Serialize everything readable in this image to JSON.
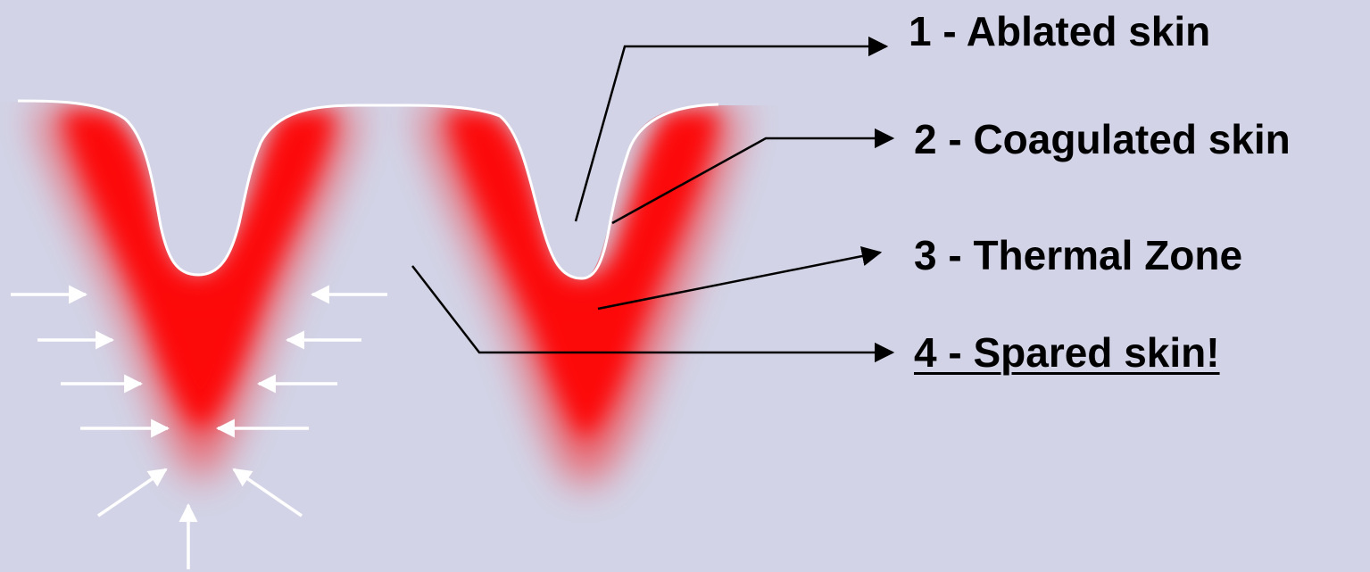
{
  "labels": [
    {
      "id": 1,
      "text": "1 - Ablated skin",
      "underlined": false
    },
    {
      "id": 2,
      "text": "2 - Coagulated skin",
      "underlined": false
    },
    {
      "id": 3,
      "text": "3 - Thermal Zone",
      "underlined": false
    },
    {
      "id": 4,
      "text": "4 - Spared skin!",
      "underlined": true
    }
  ],
  "colors": {
    "background": "#d2d3e6",
    "thermal_zone": "#ff0000",
    "skin_surface": "#ffffff",
    "pointer_lines": "#000000",
    "label_text": "#000000"
  },
  "icons": [
    "inward-arrow-icon",
    "pointer-arrow-icon"
  ]
}
